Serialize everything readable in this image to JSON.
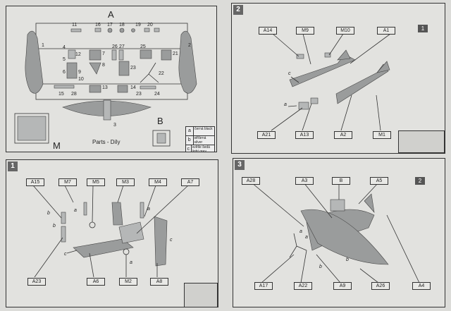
{
  "parts_panel": {
    "sprue_letter": "A",
    "photoetch_letter": "M",
    "clear_letter": "B",
    "caption": "Parts - Díly",
    "part_numbers": [
      "11",
      "16",
      "17",
      "18",
      "19",
      "20",
      "12",
      "7",
      "26",
      "27",
      "21",
      "8",
      "23",
      "22",
      "15",
      "28",
      "13",
      "14",
      "23",
      "24",
      "3",
      "1",
      "2",
      "4",
      "5",
      "6",
      "9",
      "10",
      "25"
    ],
    "color_legend": [
      {
        "key": "a",
        "text": "černá black"
      },
      {
        "key": "b",
        "text": "stříbrná silver"
      },
      {
        "key": "c",
        "text": "světle šedá light grey"
      }
    ]
  },
  "step2": {
    "number": "2",
    "ref_step": "1",
    "labels": [
      "A14",
      "M9",
      "M10",
      "A1",
      "A21",
      "A13",
      "A2",
      "M1"
    ],
    "color_letters": [
      "c",
      "a"
    ]
  },
  "step1": {
    "number": "1",
    "labels": [
      "A15",
      "M7",
      "M5",
      "M3",
      "M4",
      "A7",
      "A23",
      "A6",
      "M2",
      "A8"
    ],
    "color_letters": [
      "a",
      "b",
      "b",
      "c",
      "c",
      "a",
      "a"
    ]
  },
  "step3": {
    "number": "3",
    "ref_step": "2",
    "labels": [
      "A28",
      "A3",
      "B",
      "A5",
      "A17",
      "A22",
      "A9",
      "A26",
      "A4"
    ],
    "color_letters": [
      "a",
      "a",
      "b",
      "b"
    ]
  }
}
